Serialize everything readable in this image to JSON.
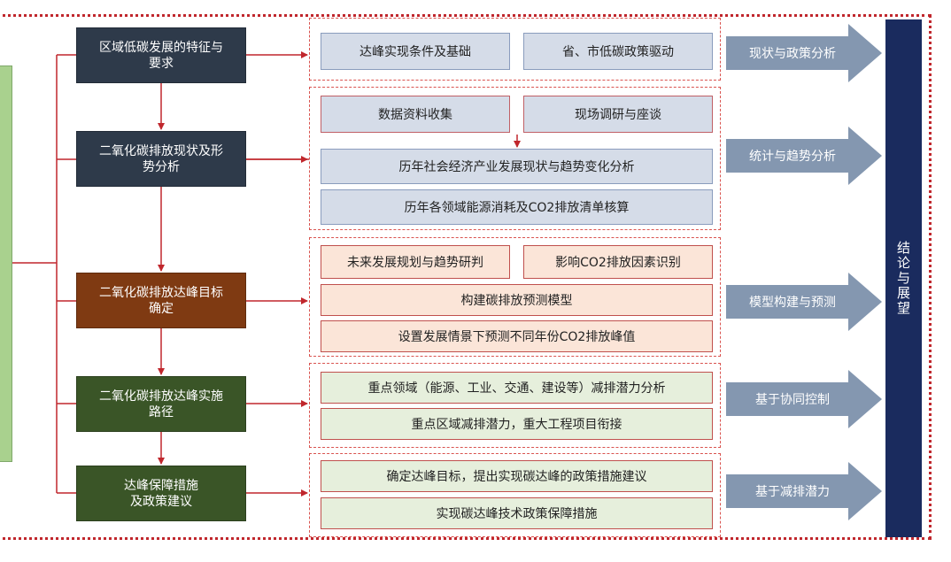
{
  "stages": [
    {
      "label": "区域低碳发展的特征与\n要求"
    },
    {
      "label": "二氧化碳排放现状及形\n势分析"
    },
    {
      "label": "二氧化碳排放达峰目标\n确定"
    },
    {
      "label": "二氧化碳排放达峰实施\n路径"
    },
    {
      "label": "达峰保障措施\n及政策建议"
    }
  ],
  "tasks": {
    "g1": [
      "达峰实现条件及基础",
      "省、市低碳政策驱动"
    ],
    "g2": [
      "数据资料收集",
      "现场调研与座谈",
      "历年社会经济产业发展现状与趋势变化分析",
      "历年各领域能源消耗及CO2排放清单核算"
    ],
    "g3": [
      "未来发展规划与趋势研判",
      "影响CO2排放因素识别",
      "构建碳排放预测模型",
      "设置发展情景下预测不同年份CO2排放峰值"
    ],
    "g4": [
      "重点领域（能源、工业、交通、建设等）减排潜力分析",
      "重点区域减排潜力，重大工程项目衔接"
    ],
    "g5": [
      "确定达峰目标，提出实现碳达峰的政策措施建议",
      "实现碳达峰技术政策保障措施"
    ]
  },
  "methods": [
    "现状与政策分析",
    "统计与趋势分析",
    "模型构建与预测",
    "基于协同控制",
    "基于减排潜力"
  ],
  "conclusion": "结论与展望",
  "colors": {
    "stage_dark": "#2e3a4a",
    "stage_brown": "#7f3a12",
    "stage_green": "#3a5527",
    "connector_red": "#c0272d",
    "method_arrow": "#8497b0",
    "conclusion_bar": "#1a2b5e",
    "left_bar": "#a9d18e"
  }
}
